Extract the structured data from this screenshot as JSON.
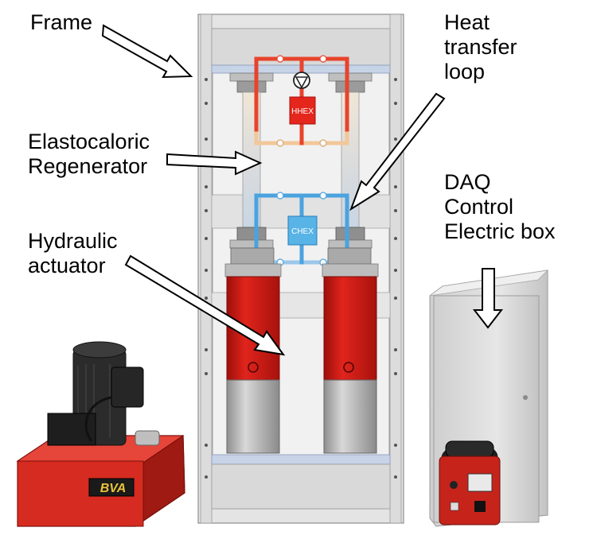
{
  "labels": {
    "frame": "Frame",
    "heat_transfer_loop": [
      "Heat",
      "transfer",
      "loop"
    ],
    "regenerator": [
      "Elastocaloric",
      "Regenerator"
    ],
    "actuator": [
      "Hydraulic",
      "actuator"
    ],
    "daq": [
      "DAQ",
      "Control",
      "Electric box"
    ]
  },
  "components": {
    "hhex": "HHEX",
    "chex": "CHEX",
    "pump_logo": "BVA"
  },
  "colors": {
    "hot_loop": "#e8432c",
    "cold_loop": "#4aa3df",
    "actuator_red": "#cf1a14",
    "frame_grey": "#e3e3e3",
    "cabinet_grey": "#dcdcdc"
  }
}
